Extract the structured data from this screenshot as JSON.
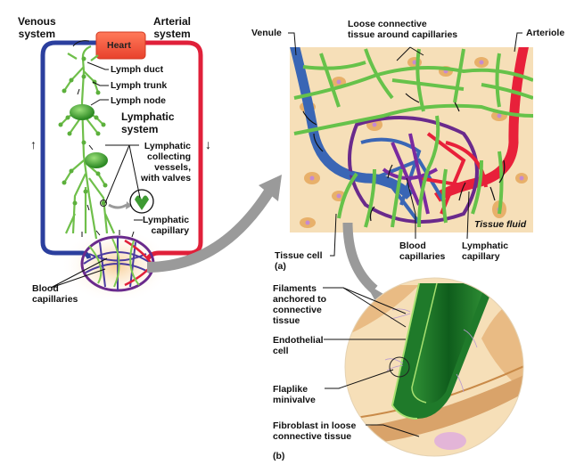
{
  "diagram": {
    "subject": "Lymphatic system and lymphatic capillaries",
    "colors": {
      "venous": "#2b3f9e",
      "arterial": "#e0203a",
      "heart": "#f2553e",
      "lymph": "#6fbf4a",
      "lymph_dark": "#2f8a2a",
      "tissue": "#f6dfb8",
      "tissue_cell": "#e8b06a",
      "nucleus": "#c58ad0",
      "arrow_gray": "#9a9a9a",
      "capillary_mix": "#6a2a8c"
    }
  },
  "panel_overview": {
    "venous_label": "Venous\nsystem",
    "arterial_label": "Arterial\nsystem",
    "heart_label": "Heart",
    "lymph_duct": "Lymph duct",
    "lymph_trunk": "Lymph trunk",
    "lymph_node": "Lymph node",
    "lymphatic_system": "Lymphatic\nsystem",
    "collecting_vessels": "Lymphatic\ncollecting\nvessels,\nwith valves",
    "lymphatic_capillary": "Lymphatic\ncapillary",
    "blood_capillaries": "Blood\ncapillaries",
    "flow_up_arrow": "↑",
    "flow_down_arrow": "↓"
  },
  "panel_a": {
    "tag": "(a)",
    "venule": "Venule",
    "loose_connective": "Loose connective\ntissue around capillaries",
    "arteriole": "Arteriole",
    "tissue_fluid": "Tissue fluid",
    "tissue_cell": "Tissue cell",
    "blood_capillaries": "Blood\ncapillaries",
    "lymphatic_capillary": "Lymphatic\ncapillary"
  },
  "panel_b": {
    "tag": "(b)",
    "filaments": "Filaments\nanchored to\nconnective\ntissue",
    "endothelial": "Endothelial\ncell",
    "minivalve": "Flaplike\nminivalve",
    "fibroblast": "Fibroblast in loose\nconnective tissue"
  }
}
